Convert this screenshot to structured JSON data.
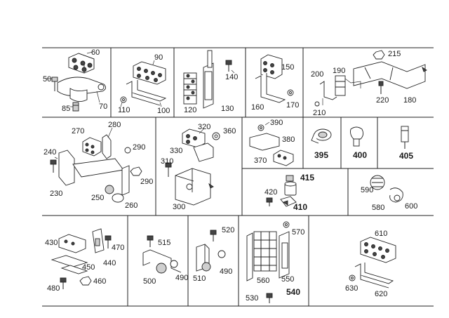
{
  "panels": [
    {
      "id": "p1",
      "labels": [
        "60",
        "50",
        "85",
        "70"
      ]
    },
    {
      "id": "p2",
      "labels": [
        "90",
        "110",
        "100"
      ]
    },
    {
      "id": "p3",
      "labels": [
        "140",
        "120",
        "130"
      ]
    },
    {
      "id": "p4",
      "labels": [
        "150",
        "160",
        "170"
      ]
    },
    {
      "id": "p5",
      "labels": [
        "215",
        "190",
        "200",
        "210",
        "220",
        "180"
      ]
    },
    {
      "id": "p6",
      "labels": [
        "280",
        "270",
        "240",
        "290",
        "290",
        "230",
        "250",
        "260"
      ]
    },
    {
      "id": "p7",
      "labels": [
        "320",
        "360",
        "330",
        "310",
        "300"
      ]
    },
    {
      "id": "p8",
      "labels": [
        "390",
        "380",
        "370"
      ]
    },
    {
      "id": "p9",
      "labels": [
        "395"
      ]
    },
    {
      "id": "p10",
      "labels": [
        "400"
      ]
    },
    {
      "id": "p11",
      "labels": [
        "405"
      ]
    },
    {
      "id": "p12",
      "labels": [
        "415",
        "420",
        "410"
      ]
    },
    {
      "id": "p13",
      "labels": [
        "590",
        "580",
        "600"
      ]
    },
    {
      "id": "p14",
      "labels": [
        "430",
        "470",
        "440",
        "450",
        "480",
        "460"
      ]
    },
    {
      "id": "p15",
      "labels": [
        "515",
        "500",
        "490"
      ]
    },
    {
      "id": "p16",
      "labels": [
        "520",
        "510",
        "490"
      ]
    },
    {
      "id": "p17",
      "labels": [
        "570",
        "560",
        "550",
        "530",
        "540"
      ]
    },
    {
      "id": "p18",
      "labels": [
        "610",
        "630",
        "620"
      ]
    }
  ]
}
